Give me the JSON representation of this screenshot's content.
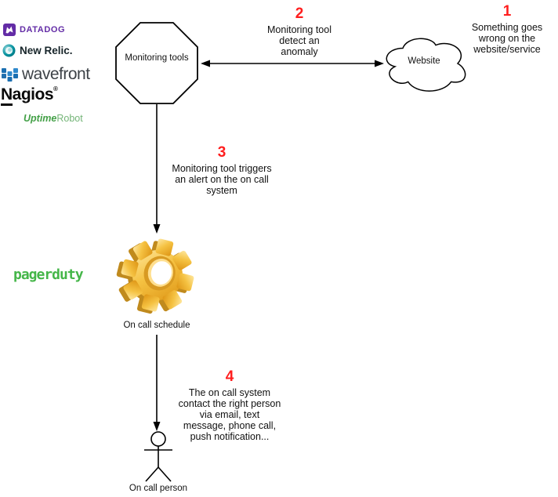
{
  "diagram": {
    "steps": [
      {
        "number": "1",
        "text": "Something goes\nwrong on the\nwebsite/service"
      },
      {
        "number": "2",
        "text": "Monitoring tool\ndetect an\nanomaly"
      },
      {
        "number": "3",
        "text": "Monitoring tool triggers\nan alert on the on call\nsystem"
      },
      {
        "number": "4",
        "text": "The on call system\ncontact the right person\nvia email, text\nmessage, phone call,\npush notification..."
      }
    ],
    "nodes": {
      "monitoring": "Monitoring tools",
      "website": "Website",
      "schedule": "On call schedule",
      "person": "On call person"
    },
    "logos": {
      "datadog": "DATADOG",
      "newrelic": "New Relic.",
      "wavefront": "wavefront",
      "nagios_n": "N",
      "nagios_rest": "agios",
      "nagios_reg": "®",
      "uptime": "Uptime",
      "robot": "Robot",
      "pagerduty": "pagerduty"
    },
    "colors": {
      "red": "#ff1e1e",
      "dd-purple": "#632ca6",
      "nr-teal": "#00838f",
      "wf-blue": "#2185c5",
      "pd-green": "#45b649",
      "ur-green": "#43a047",
      "gear-gold": "#f5c242"
    }
  }
}
